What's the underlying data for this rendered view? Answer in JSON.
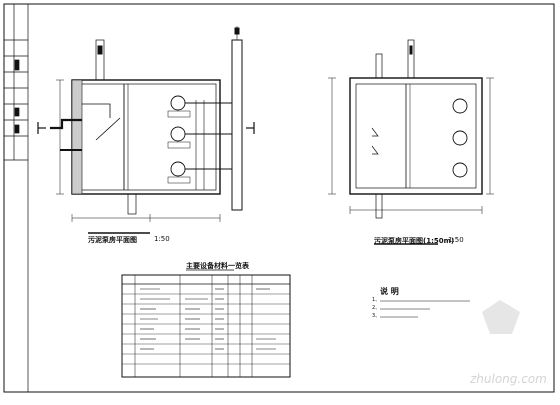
{
  "drawing": {
    "left_view_title": "污泥泵房平面图",
    "left_view_scale": "1:50",
    "right_view_title": "污泥泵房平面图(1:50m)",
    "right_view_scale": "1:50",
    "table_title": "主要设备材料一览表",
    "notes_title": "说 明",
    "notes_lines": [
      "1、",
      "2、",
      "3、"
    ],
    "watermark": "zhulong.com"
  },
  "colors": {
    "line": "#111111",
    "fill_dark": "#1a1a1a",
    "background": "#ffffff"
  }
}
